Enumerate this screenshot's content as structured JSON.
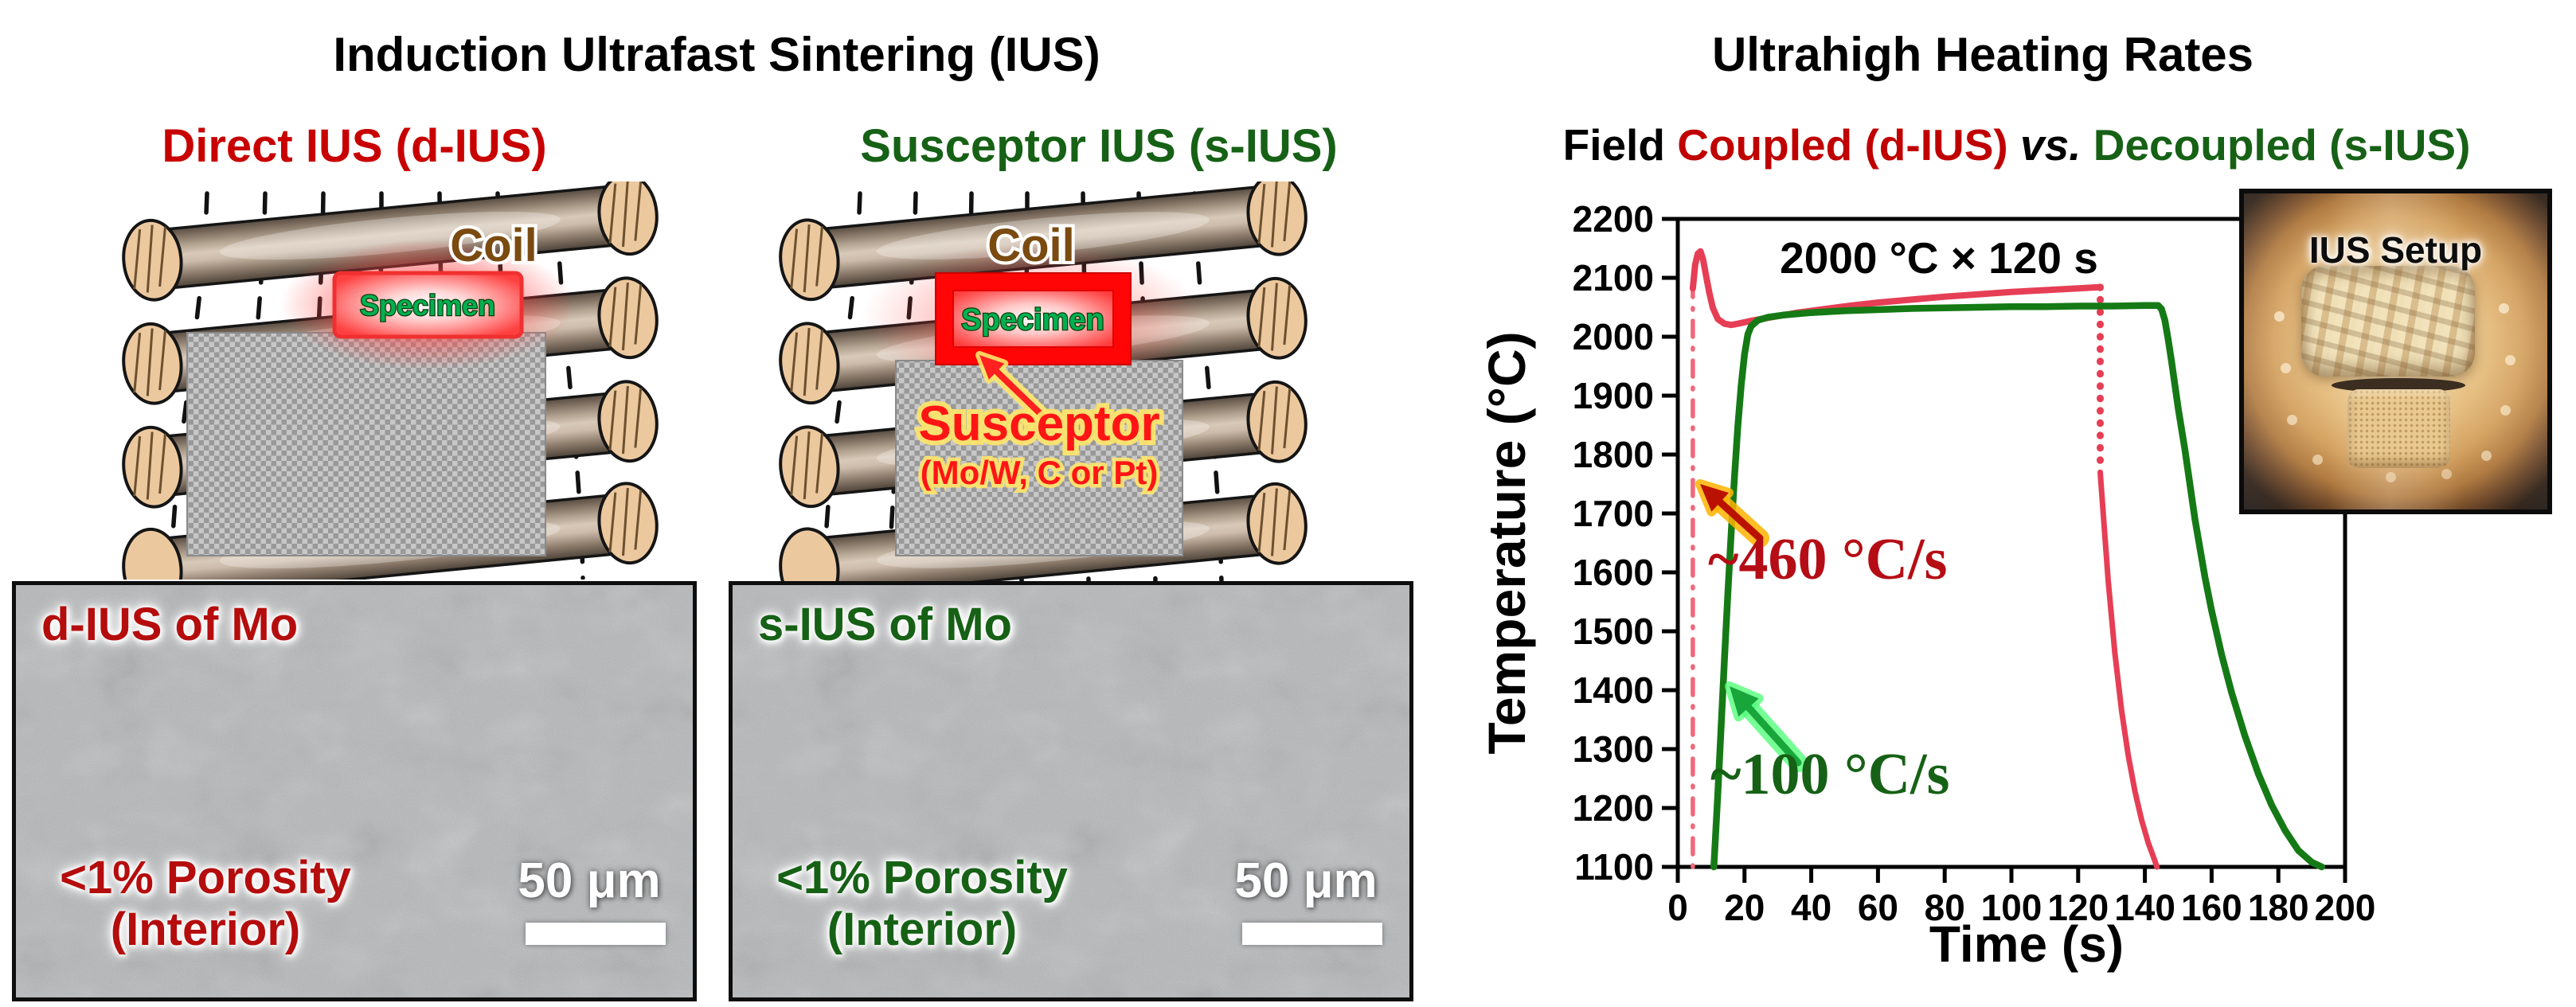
{
  "colors": {
    "black": "#000000",
    "accent_red": "#c80000",
    "accent_green": "#166116",
    "sem_red": "#b50d0d",
    "sem_green": "#166116",
    "rate_red": "#b50d15",
    "rate_green": "#166116",
    "curve_red": "#e63e55",
    "curve_green": "#157a15",
    "coil_brown": "#7a4a10",
    "specimen_green": "#00b050",
    "susceptor_red": "#ff1515"
  },
  "left": {
    "title": "Induction Ultrafast Sintering (IUS)",
    "d_ius": {
      "heading": "Direct IUS (d-IUS)",
      "coil_label": "Coil",
      "specimen_label": "Specimen"
    },
    "s_ius": {
      "heading": "Susceptor IUS (s-IUS)",
      "coil_label": "Coil",
      "specimen_label": "Specimen",
      "susceptor_label": "Susceptor",
      "susceptor_sub": "(Mo/W, C or Pt)"
    },
    "sem_d": {
      "caption": "d-IUS of Mo",
      "porosity_line1": "<1% Porosity",
      "porosity_line2": "(Interior)",
      "scale_label": "50 μm"
    },
    "sem_s": {
      "caption": "s-IUS of Mo",
      "porosity_line1": "<1% Porosity",
      "porosity_line2": "(Interior)",
      "scale_label": "50 μm"
    }
  },
  "right": {
    "title": "Ultrahigh Heating Rates",
    "subtitle": {
      "parts": [
        {
          "text": "Field ",
          "color": "#000000"
        },
        {
          "text": "Coupled (d-IUS) ",
          "color": "#c00000"
        },
        {
          "text": "vs. ",
          "color": "#000000"
        },
        {
          "text": "Decoupled (s-IUS)",
          "color": "#166116"
        }
      ]
    },
    "inset_label": "IUS Setup"
  },
  "chart_data": {
    "type": "line",
    "title": "",
    "xlabel": "Time (s)",
    "ylabel": "Temperature (°C)",
    "xlim": [
      0,
      200
    ],
    "ylim": [
      1100,
      2200
    ],
    "xticks": [
      0,
      20,
      40,
      60,
      80,
      100,
      120,
      140,
      160,
      180,
      200
    ],
    "yticks": [
      1100,
      1200,
      1300,
      1400,
      1500,
      1600,
      1700,
      1800,
      1900,
      2000,
      2100,
      2200
    ],
    "grid": false,
    "legend": "none",
    "annotations": {
      "hold": "2000 °C × 120 s",
      "rate_d": "~460 °C/s",
      "rate_s": "~100 °C/s"
    },
    "series": [
      {
        "name": "d-IUS (field coupled)",
        "color": "#e63e55",
        "segments": [
          {
            "style": "dashdot",
            "width": 5.5,
            "color": "#f0687a",
            "points": [
              [
                4.5,
                1100
              ],
              [
                4.5,
                2082
              ]
            ]
          },
          {
            "style": "solid",
            "width": 8,
            "points": [
              [
                4.5,
                2082
              ],
              [
                5.2,
                2122
              ],
              [
                6,
                2141
              ],
              [
                6.8,
                2145
              ],
              [
                7.6,
                2131
              ],
              [
                8.4,
                2106
              ],
              [
                9.4,
                2076
              ],
              [
                10.5,
                2049
              ],
              [
                12,
                2030
              ],
              [
                14,
                2022
              ],
              [
                16,
                2020
              ],
              [
                18,
                2022
              ],
              [
                22,
                2027
              ],
              [
                28,
                2033
              ],
              [
                36,
                2041
              ],
              [
                44,
                2047
              ],
              [
                52,
                2053
              ],
              [
                60,
                2058
              ],
              [
                70,
                2063
              ],
              [
                80,
                2068
              ],
              [
                90,
                2072
              ],
              [
                100,
                2076
              ],
              [
                110,
                2079
              ],
              [
                120,
                2082
              ],
              [
                126.5,
                2084
              ]
            ]
          },
          {
            "style": "dotted",
            "width": 9,
            "points": [
              [
                126.6,
                2084
              ],
              [
                126.6,
                1770
              ]
            ]
          },
          {
            "style": "solid",
            "width": 7,
            "points": [
              [
                126.6,
                1770
              ],
              [
                127,
                1740
              ],
              [
                129,
                1586
              ],
              [
                131,
                1463
              ],
              [
                133,
                1366
              ],
              [
                135,
                1290
              ],
              [
                137,
                1229
              ],
              [
                139,
                1180
              ],
              [
                141,
                1141
              ],
              [
                143,
                1110
              ],
              [
                143.6,
                1100
              ]
            ]
          }
        ]
      },
      {
        "name": "s-IUS (field decoupled)",
        "color": "#157a15",
        "segments": [
          {
            "style": "solid",
            "width": 8.5,
            "points": [
              [
                10.8,
                1100
              ],
              [
                12,
                1225
              ],
              [
                13,
                1340
              ],
              [
                14,
                1455
              ],
              [
                15,
                1565
              ],
              [
                16,
                1665
              ],
              [
                17,
                1762
              ],
              [
                18,
                1848
              ],
              [
                19,
                1917
              ],
              [
                20,
                1970
              ],
              [
                21,
                2004
              ],
              [
                22,
                2018
              ],
              [
                24,
                2028
              ],
              [
                27,
                2033
              ],
              [
                32,
                2037
              ],
              [
                40,
                2041
              ],
              [
                50,
                2044
              ],
              [
                60,
                2046
              ],
              [
                70,
                2048
              ],
              [
                80,
                2049
              ],
              [
                90,
                2050
              ],
              [
                100,
                2051
              ],
              [
                110,
                2051
              ],
              [
                120,
                2052
              ],
              [
                130,
                2052
              ],
              [
                140,
                2053
              ],
              [
                144,
                2053
              ],
              [
                145,
                2047
              ],
              [
                146,
                2028
              ],
              [
                147,
                1995
              ],
              [
                148,
                1958
              ],
              [
                150,
                1878
              ],
              [
                152,
                1808
              ],
              [
                155,
                1690
              ],
              [
                158,
                1592
              ],
              [
                160,
                1535
              ],
              [
                163,
                1460
              ],
              [
                166,
                1396
              ],
              [
                170,
                1322
              ],
              [
                174,
                1258
              ],
              [
                178,
                1205
              ],
              [
                182,
                1162
              ],
              [
                186,
                1128
              ],
              [
                190,
                1108
              ],
              [
                193,
                1100
              ]
            ]
          }
        ]
      }
    ]
  }
}
